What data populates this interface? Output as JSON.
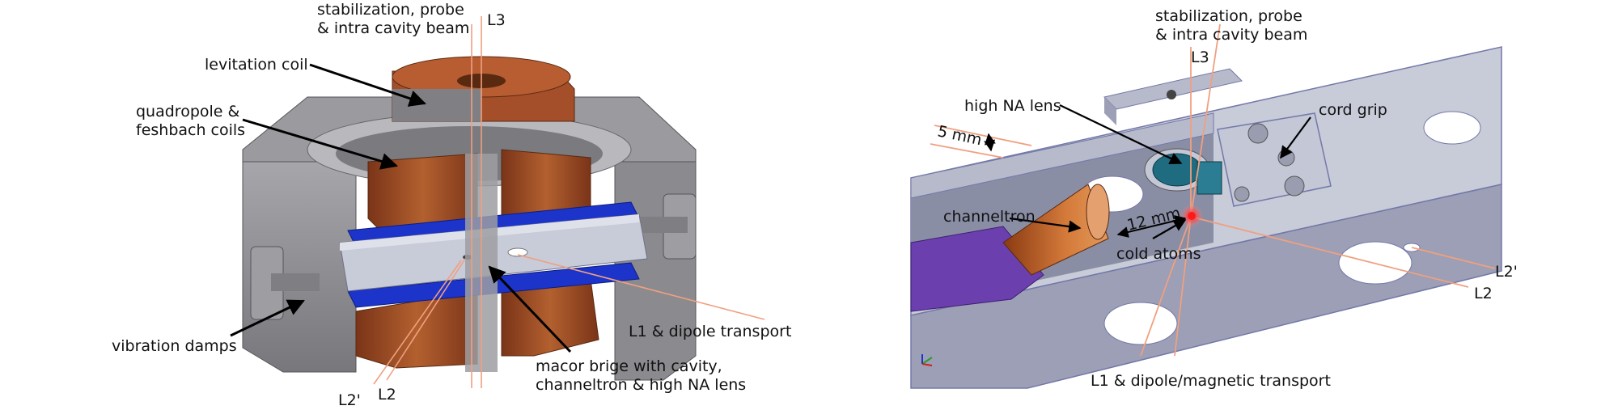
{
  "left_panel": {
    "labels": {
      "stab_line1": "stabilization, probe",
      "stab_line2": "& intra cavity beam",
      "l3": "L3",
      "levitation": "levitation coil",
      "quad_line1": "quadropole &",
      "quad_line2": "feshbach coils",
      "vibration": "vibration damps",
      "l1_dipole": "L1 & dipole transport",
      "macor_line1": "macor brige with cavity,",
      "macor_line2": "channeltron & high NA lens",
      "l2prime": "L2'",
      "l2": "L2"
    }
  },
  "right_panel": {
    "labels": {
      "stab_line1": "stabilization, probe",
      "stab_line2": "& intra cavity beam",
      "l3": "L3",
      "high_na": "high NA lens",
      "cord_grip": "cord grip",
      "five_mm": "5 mm",
      "channeltron": "channeltron",
      "twelve_mm": "12 mm",
      "cold_atoms": "cold atoms",
      "l2prime": "L2'",
      "l2": "L2",
      "l1_transport": "L1 & dipole/magnetic transport"
    }
  },
  "colors": {
    "steel": "#8e8e92",
    "steel_dark": "#6d6d72",
    "steel_light": "#b5b5ba",
    "copper": "#a54f2a",
    "copper_dark": "#7a3418",
    "blue": "#1c34c9",
    "bridge": "#c8cbd8",
    "bridge_dark": "#8f93a8",
    "purple": "#6c3fae",
    "teal": "#1f6c80",
    "beam": "#f0a080",
    "atoms": "#ff1a1a"
  }
}
